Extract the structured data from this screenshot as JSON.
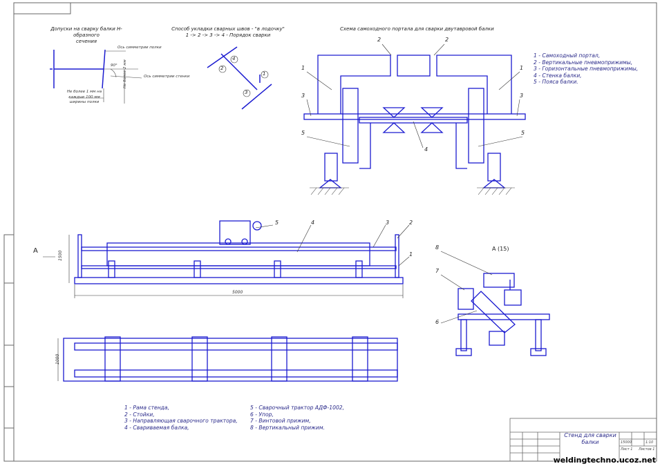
{
  "notes": {
    "tolerance_title": "Допуски на сварку балки Н-образного\nсечения",
    "weld_title": "Способ укладки сварных швов - \"в лодочку\"\n1 -> 2 -> 3 -> 4 - Порядок сварки",
    "portal_title": "Схема самоходного портала для сварки двутавровой балки",
    "view_label": "A (15)",
    "arrow_label": "A",
    "sym_flange": "Ось симметрии полки",
    "sym_web": "Ось симметрии стенки",
    "flange_tol": "Не более 1 мм на каждые 100 мм ширины полки",
    "web_tol": "Не более 2 мм",
    "angle": "90°"
  },
  "portal_legend": [
    "1 - Самоходный портал,",
    "2 - Вертикальные пневмоприжимы,",
    "3 - Горизонтальные пневмоприжимы,",
    "4 - Стенка балки,",
    "5 - Пояса балки."
  ],
  "parts_legend_left": [
    "1 - Рама стенда,",
    "2 - Стойки,",
    "3 - Направляющая сварочного трактора,",
    "4 - Свариваемая балка,"
  ],
  "parts_legend_right": [
    "5 - Сварочный трактор АДФ-1002,",
    "6 - Упор,",
    "7 - Винтовой прижим,",
    "8 - Вертикальный прижим."
  ],
  "dims": {
    "length": "5000",
    "height": "1500",
    "width": "1000"
  },
  "callouts": {
    "portal": [
      "2",
      "2",
      "1",
      "1",
      "3",
      "3",
      "4",
      "5",
      "5"
    ],
    "elevation": [
      "5",
      "4",
      "3",
      "2",
      "1"
    ],
    "section": [
      "8",
      "7",
      "6"
    ],
    "weld": [
      "4",
      "2",
      "1",
      "3"
    ]
  },
  "title_block": {
    "name": "Стенд для сварки\nбалки",
    "scale": "1:10",
    "mass": "15000",
    "sheet": "Лист 1",
    "sheets": "Листов 1"
  },
  "watermark": "weldingtechno.ucoz.net",
  "colors": {
    "line": "#1a1ad0",
    "frame": "#555555",
    "text": "#222222"
  }
}
